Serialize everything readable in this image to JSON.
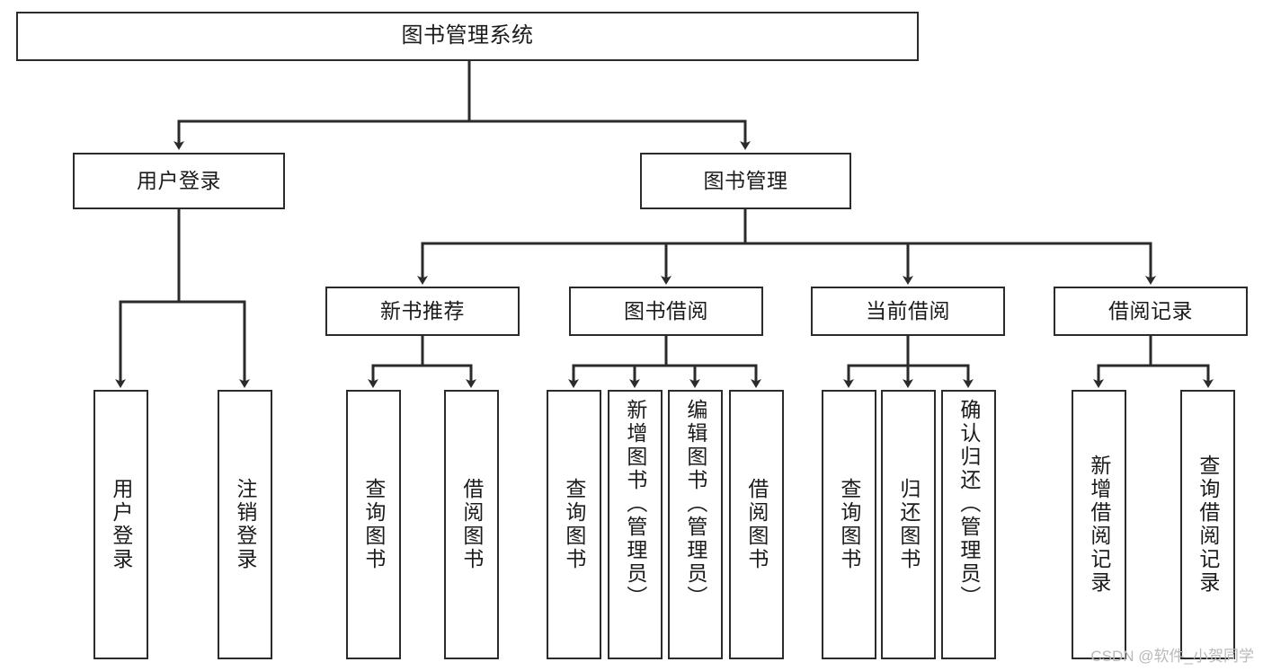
{
  "diagram": {
    "type": "tree",
    "title": "图书管理系统",
    "watermark": "CSDN @软件_小贺同学",
    "colors": {
      "stroke": "#2b2b2b",
      "fill": "#ffffff",
      "text": "#1b1b1b",
      "watermark": "#b9b9b9"
    },
    "nodes": {
      "root": {
        "label": "图书管理系统"
      },
      "level1": [
        {
          "id": "user-login",
          "label": "用户登录"
        },
        {
          "id": "book-manage",
          "label": "图书管理"
        }
      ],
      "level2": [
        {
          "id": "new-book-rec",
          "label": "新书推荐"
        },
        {
          "id": "book-borrow",
          "label": "图书借阅"
        },
        {
          "id": "current-borrow",
          "label": "当前借阅"
        },
        {
          "id": "borrow-record",
          "label": "借阅记录"
        }
      ],
      "leaves": {
        "user_login": [
          {
            "id": "leaf-user-login",
            "label": "用户登录"
          },
          {
            "id": "leaf-logout",
            "label": "注销登录"
          }
        ],
        "new_book_rec": [
          {
            "id": "leaf-query-book-1",
            "label": "查询图书"
          },
          {
            "id": "leaf-borrow-book-1",
            "label": "借阅图书"
          }
        ],
        "book_borrow": [
          {
            "id": "leaf-query-book-2",
            "label": "查询图书"
          },
          {
            "id": "leaf-add-book",
            "label": "新增图书（管理员）"
          },
          {
            "id": "leaf-edit-book",
            "label": "编辑图书（管理员）"
          },
          {
            "id": "leaf-borrow-book-2",
            "label": "借阅图书"
          }
        ],
        "current_borrow": [
          {
            "id": "leaf-query-book-3",
            "label": "查询图书"
          },
          {
            "id": "leaf-return-book",
            "label": "归还图书"
          },
          {
            "id": "leaf-confirm-return",
            "label": "确认归还（管理员）"
          }
        ],
        "borrow_record": [
          {
            "id": "leaf-add-record",
            "label": "新增借阅记录"
          },
          {
            "id": "leaf-query-record",
            "label": "查询借阅记录"
          }
        ]
      }
    }
  }
}
